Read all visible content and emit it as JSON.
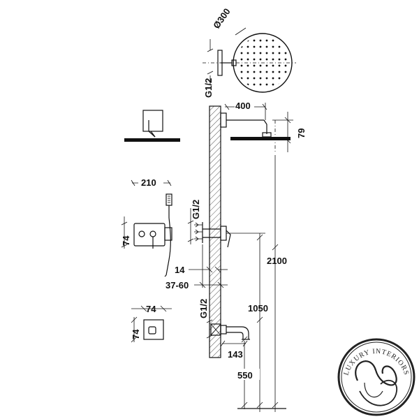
{
  "dimensions": {
    "head_diameter": "Ø300",
    "thread_top": "G1/2",
    "arm_length": "400",
    "arm_drop": "79",
    "handshower_width": "210",
    "thread_mid": "G1/2",
    "mixer_height": "74",
    "depth_14": "14",
    "depth_range": "37-60",
    "shower_height": "2100",
    "spout_height": "1050",
    "thread_low": "G1/2",
    "box_width": "74",
    "box_height": "74",
    "spout_length": "143",
    "floor_height": "550"
  },
  "logo": {
    "text": "LUXURY INTERIORS",
    "colors": {
      "ink": "#111111",
      "logo_ring": "#222222"
    }
  }
}
